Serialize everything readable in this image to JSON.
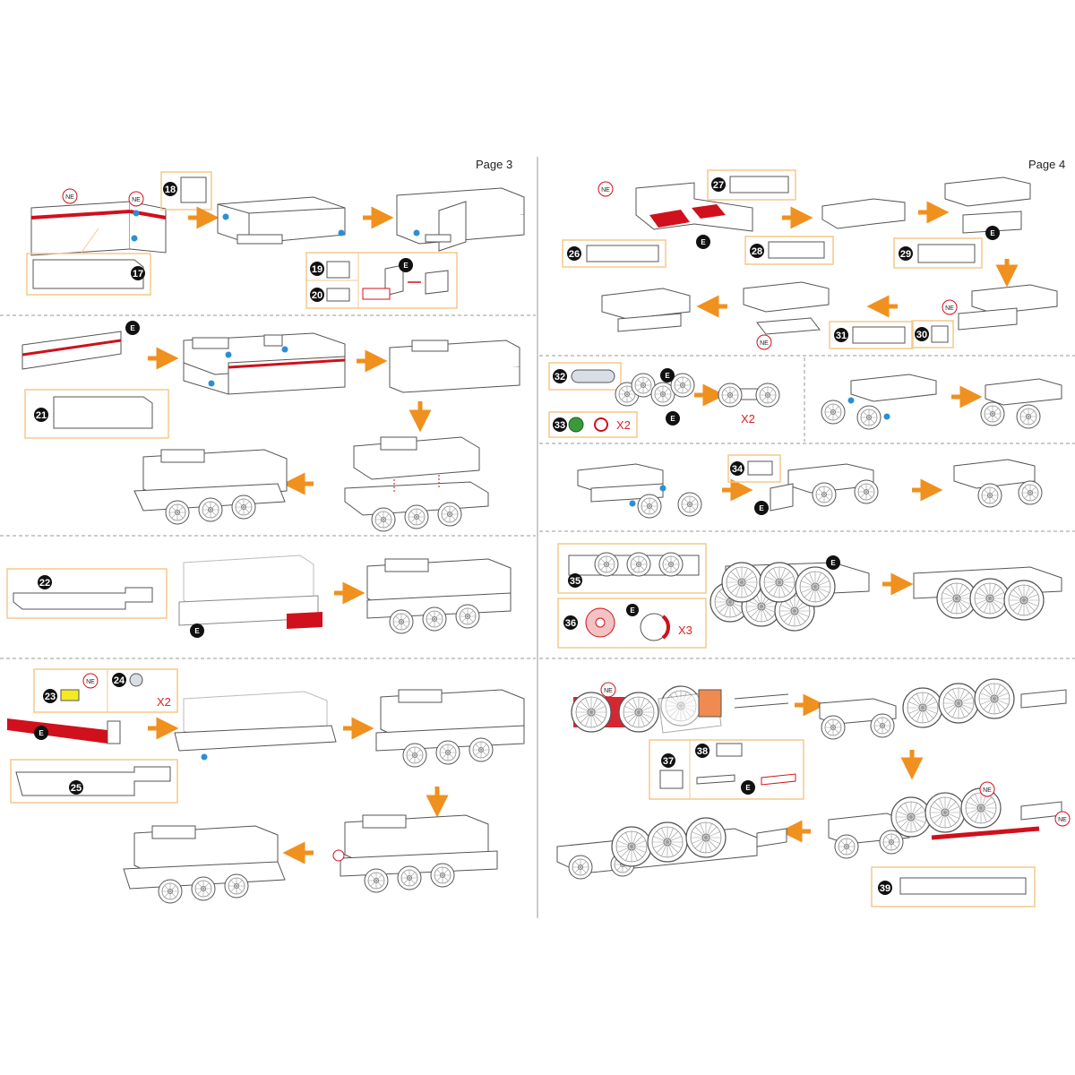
{
  "pages": [
    {
      "label": "Page 3"
    },
    {
      "label": "Page 4"
    }
  ],
  "steps": [
    "17",
    "18",
    "19",
    "20",
    "21",
    "22",
    "23",
    "24",
    "25",
    "26",
    "27",
    "28",
    "29",
    "30",
    "31",
    "32",
    "33",
    "34",
    "35",
    "36",
    "37",
    "38",
    "39"
  ],
  "markers": {
    "ne": "NE",
    "e": "E"
  },
  "multipliers": {
    "x2": "X2",
    "x3": "X3"
  },
  "colors": {
    "frame": "#f5c98a",
    "arrow": "#f0901e",
    "divider": "#9a9a9a",
    "line": "#555555",
    "highlight": "#d0101c",
    "blue_dot": "#2a8fd6",
    "green_mark": "#7cc23a",
    "yellow_part": "#f3ea24"
  }
}
